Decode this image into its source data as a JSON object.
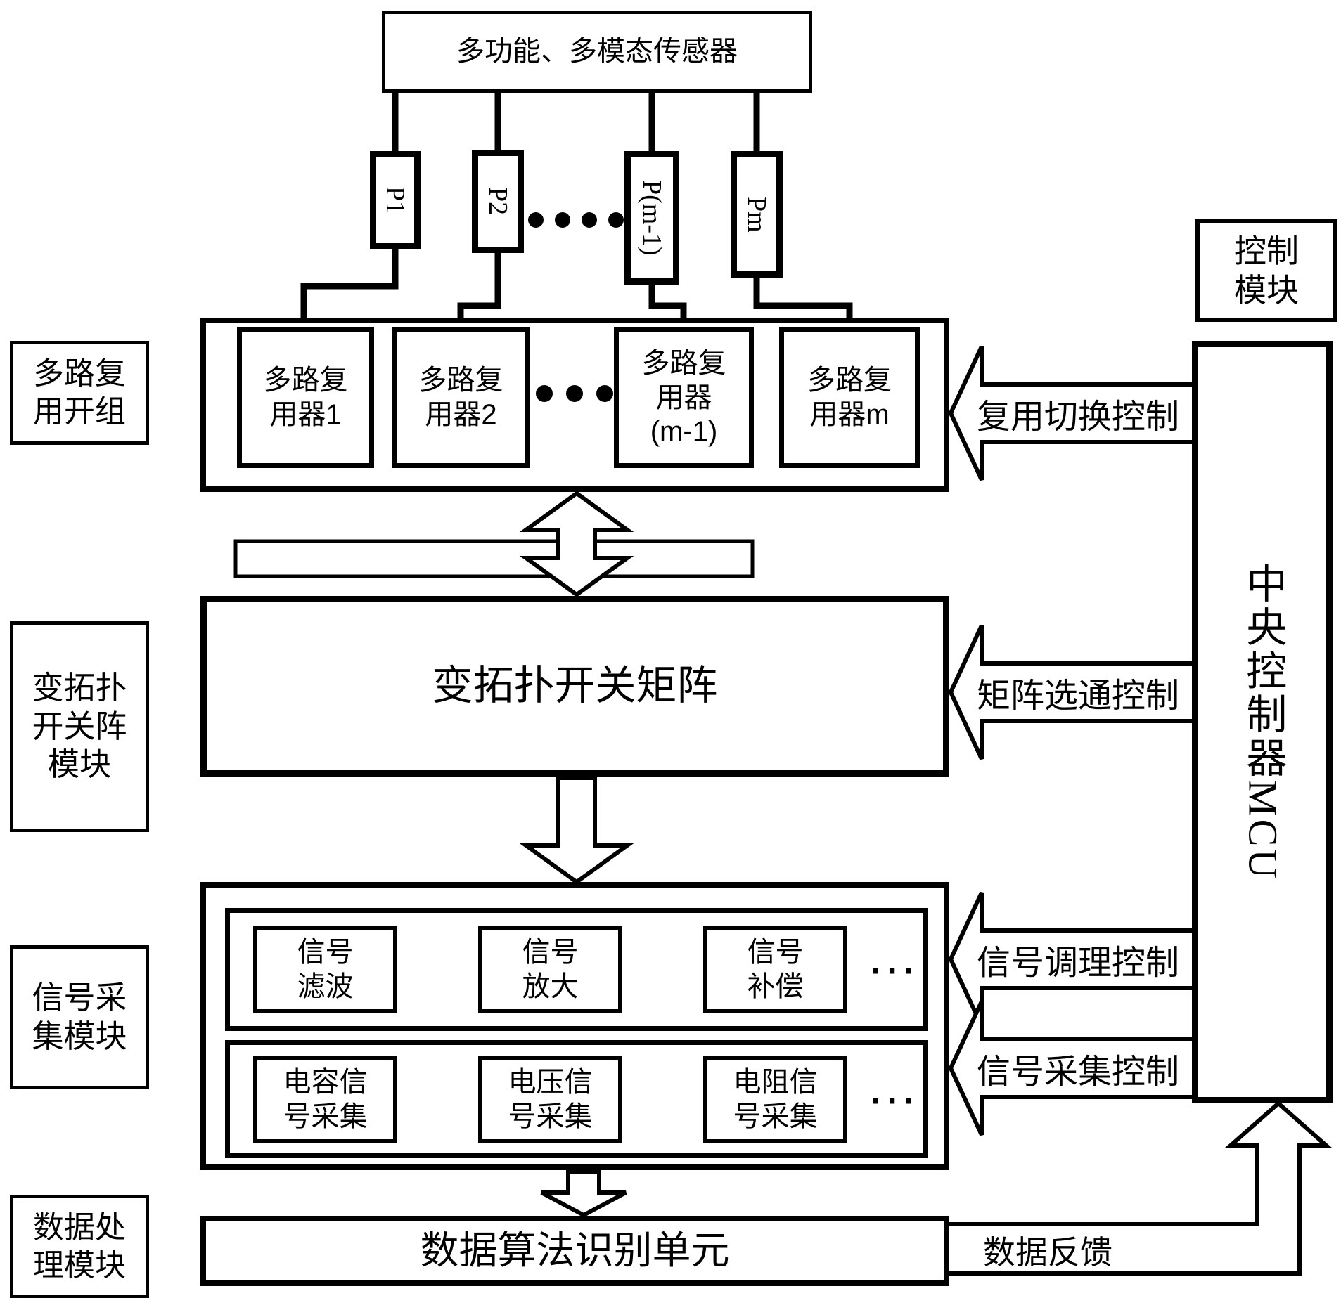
{
  "sensor_box": {
    "label": "多功能、多模态传感器"
  },
  "probes": {
    "p1": "P1",
    "p2": "P2",
    "pm_minus_1": "P(m-1)",
    "pm": "Pm"
  },
  "mux_section": {
    "side_label": {
      "lines": [
        "多路复",
        "用开组"
      ]
    },
    "units": [
      {
        "lines": [
          "多路复",
          "用器1"
        ]
      },
      {
        "lines": [
          "多路复",
          "用器2"
        ]
      },
      {
        "lines": [
          "多路复",
          "用器",
          "(m-1)"
        ]
      },
      {
        "lines": [
          "多路复",
          "用器m"
        ]
      }
    ]
  },
  "matrix_section": {
    "side_label": {
      "lines": [
        "变拓扑",
        "开关阵",
        "模块"
      ]
    },
    "box_label": "变拓扑开关矩阵"
  },
  "signal_section": {
    "side_label": {
      "lines": [
        "信号采",
        "集模块"
      ]
    },
    "row1": [
      {
        "lines": [
          "信号",
          "滤波"
        ]
      },
      {
        "lines": [
          "信号",
          "放大"
        ]
      },
      {
        "lines": [
          "信号",
          "补偿"
        ]
      }
    ],
    "row2": [
      {
        "lines": [
          "电容信",
          "号采集"
        ]
      },
      {
        "lines": [
          "电压信",
          "号采集"
        ]
      },
      {
        "lines": [
          "电阻信",
          "号采集"
        ]
      }
    ],
    "ellipsis": "···"
  },
  "data_section": {
    "side_label": {
      "lines": [
        "数据处",
        "理模块"
      ]
    },
    "box_label": "数据算法识别单元"
  },
  "control": {
    "control_module": {
      "lines": [
        "控制",
        "模块"
      ]
    },
    "mcu_label": "中央控制器MCU"
  },
  "control_arrows": {
    "mux_switch": "复用切换控制",
    "matrix_gate": "矩阵选通控制",
    "signal_condition": "信号调理控制",
    "signal_acquire": "信号采集控制",
    "data_feedback": "数据反馈"
  }
}
